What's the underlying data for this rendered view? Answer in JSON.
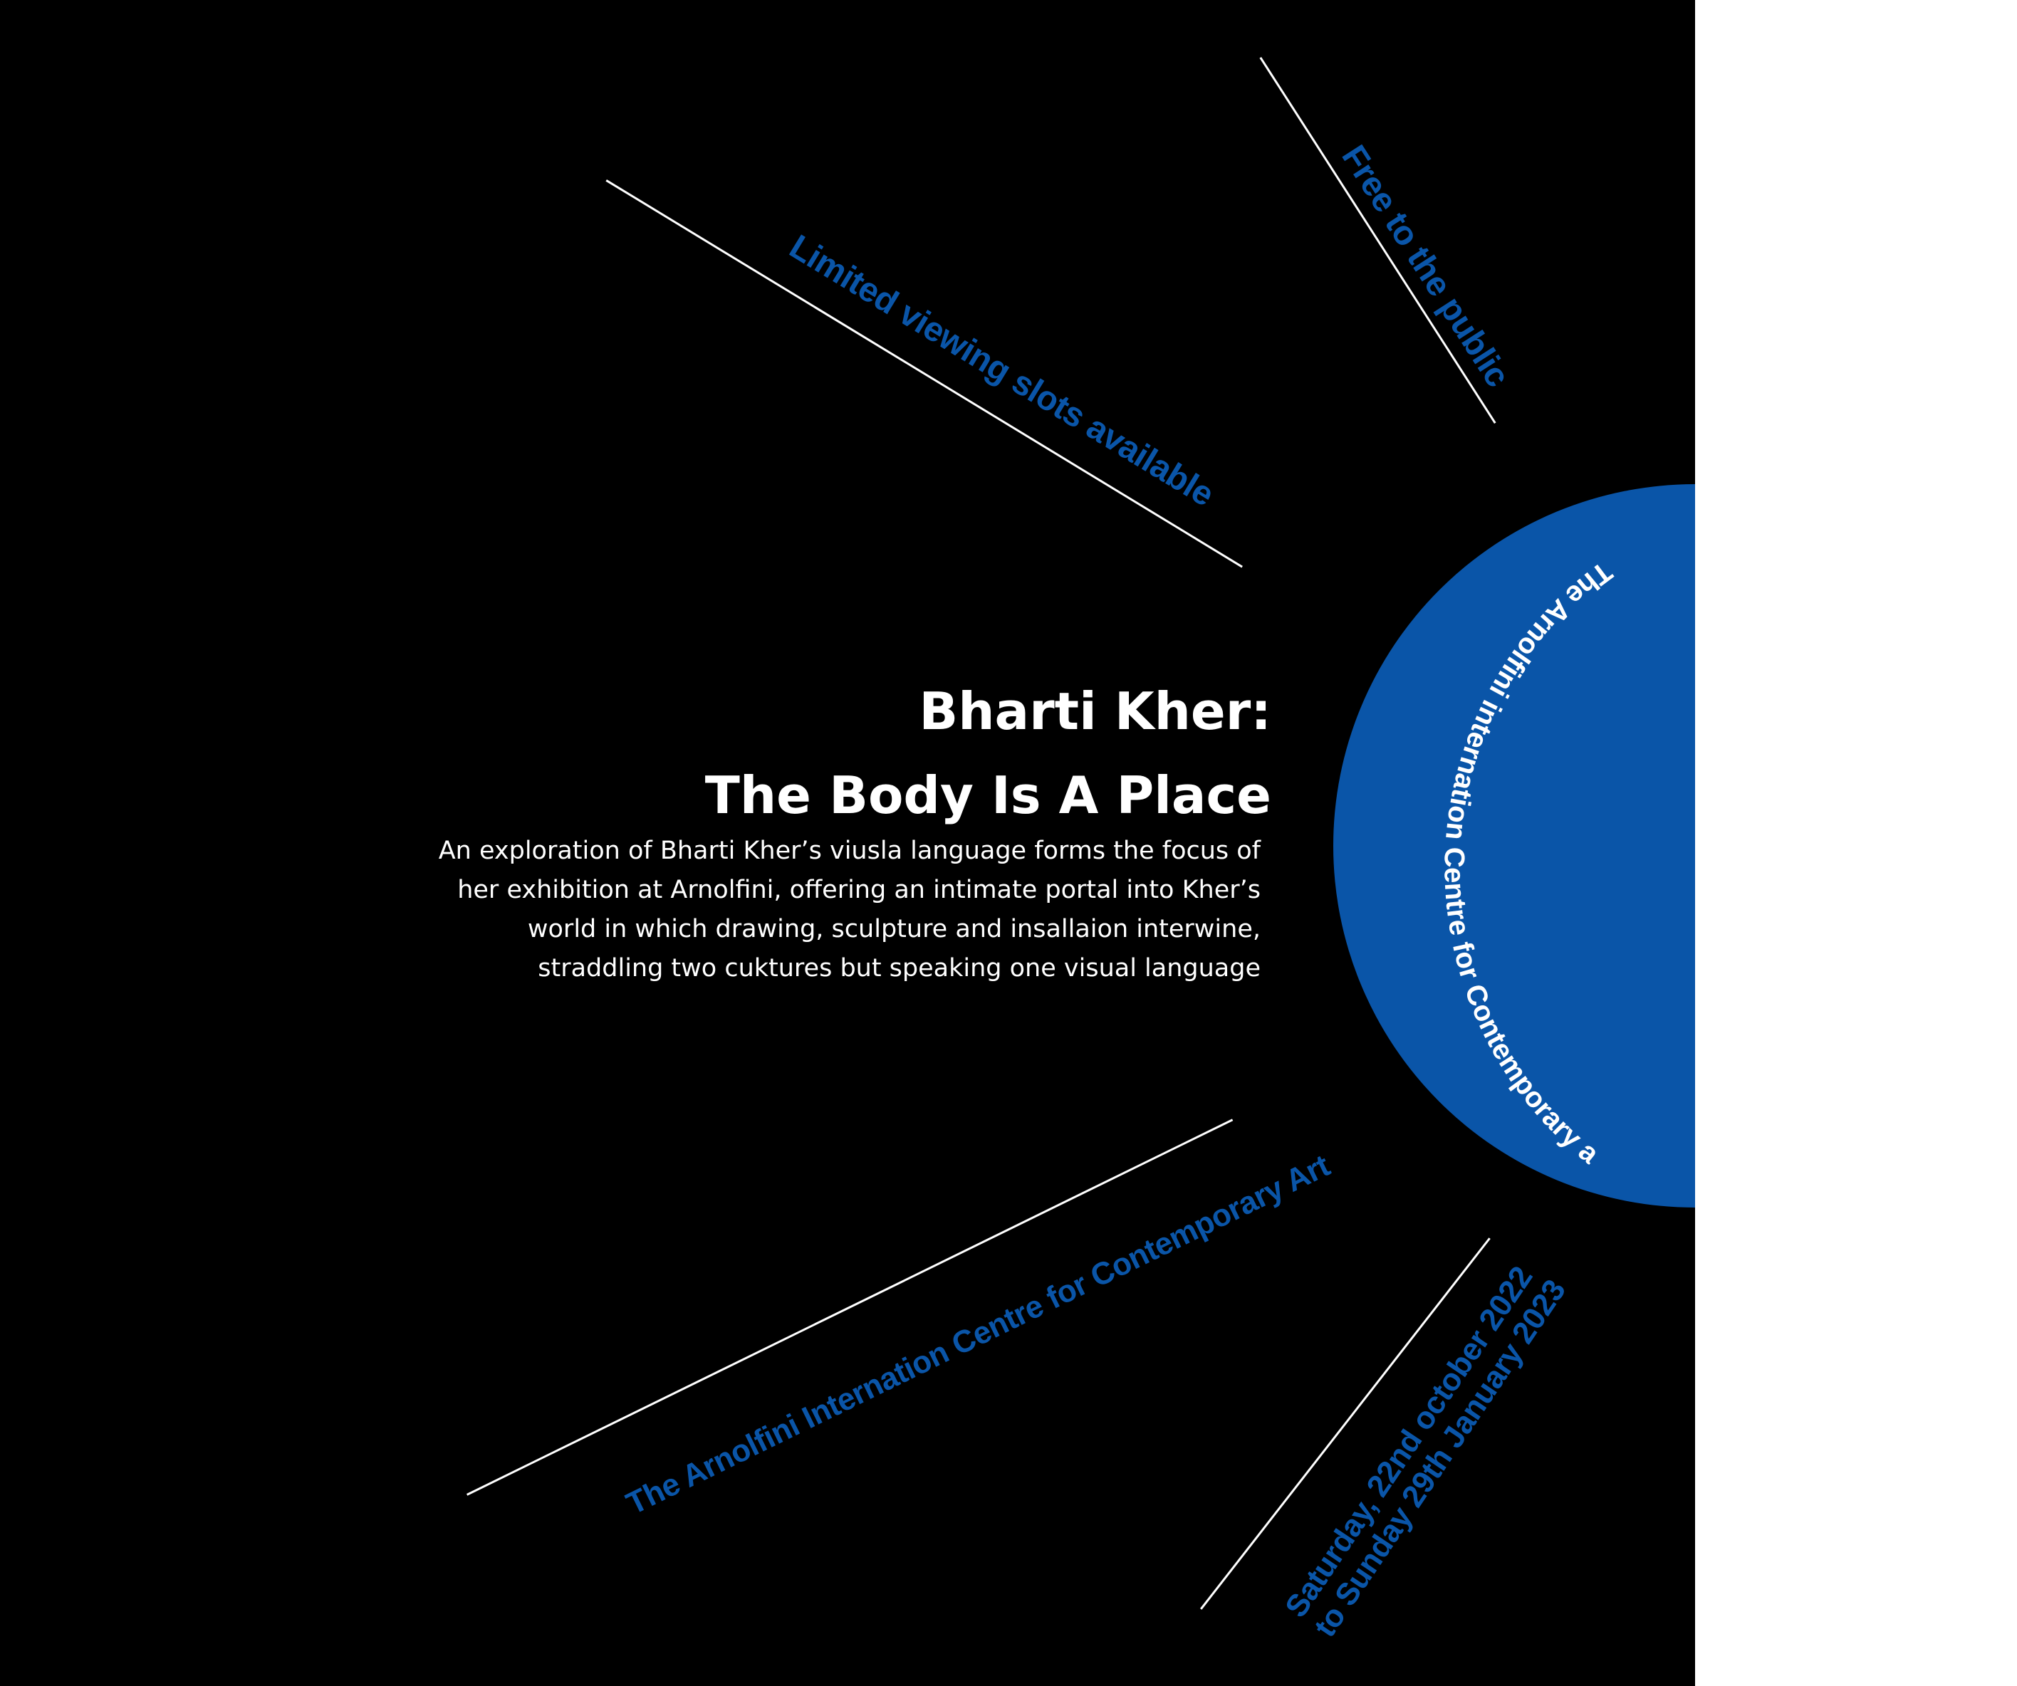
{
  "colors": {
    "background": "#000000",
    "accent": "#0a55a8",
    "text": "#ffffff",
    "margin": "#ffffff"
  },
  "title": {
    "line1": "Bharti Kher:",
    "line2": "The Body Is A Place"
  },
  "description": {
    "lines": [
      "An exploration of Bharti Kher’s viusla language forms the focus of",
      "her exhibition at Arnolfini, offering an intimate portal into Kher’s",
      "world in which drawing, sculpture and insallaion interwine,",
      "straddling two cuktures but speaking one visual language"
    ]
  },
  "rays": {
    "free": "Free to the public",
    "limited": "Limited viewing slots available",
    "arnolfini": "The Arnolfini Internation Centre for Contemporary Art",
    "dates": {
      "line1": "Saturday, 22nd october 2022",
      "line2": "to Sunday 29th January 2023"
    }
  },
  "circle_text": "The Arnolfini internation Centre for Contemporary arts"
}
